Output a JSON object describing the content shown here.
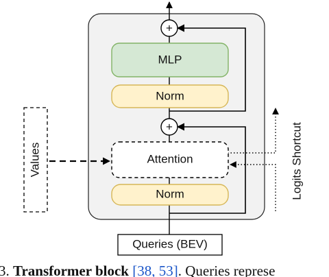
{
  "diagram": {
    "blocks": {
      "mlp": "MLP",
      "norm_top": "Norm",
      "attention": "Attention",
      "norm_bottom": "Norm",
      "queries": "Queries (BEV)"
    },
    "side_labels": {
      "values": "Values",
      "logits_shortcut": "Logits Shortcut"
    },
    "sum_symbol": "+",
    "colors": {
      "outer_fill": "#f2f2f2",
      "mlp_fill": "#d5e8d4",
      "mlp_stroke": "#82b366",
      "norm_fill": "#fff2cc",
      "norm_stroke": "#d6b656"
    }
  },
  "caption": {
    "prefix": "3. ",
    "bold": "Transformer block",
    "refs": "[38, 53]",
    "rest": ". Queries represe"
  }
}
